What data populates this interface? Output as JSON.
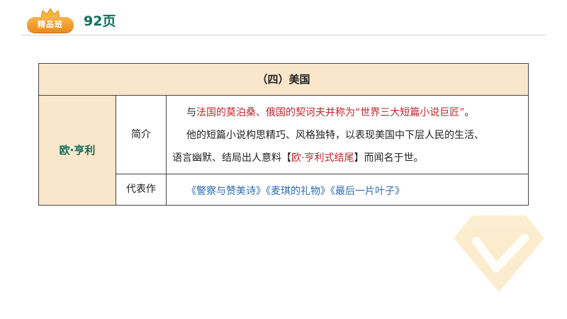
{
  "header": {
    "badge_label": "精品班",
    "page_title": "92页"
  },
  "table": {
    "heading": "（四）美国",
    "author": "欧·亨利",
    "intro_label": "简介",
    "works_label": "代表作",
    "intro": {
      "line1": {
        "prefix": "与",
        "red": "法国的莫泊桑、俄国的契诃夫并称为“世界三大短篇小说巨匠”",
        "suffix": "。"
      },
      "line2": "他的短篇小说构思精巧、风格独特，以表现美国中下层人民的生活、",
      "line3": {
        "prefix": "语言幽默、结局出人意料【",
        "red": "欧·亨利式结尾",
        "suffix": "】而闻名于世。"
      }
    },
    "works": "《警察与赞美诗》《麦琪的礼物》《最后一片叶子》"
  },
  "colors": {
    "accent_green": "#0e6e5e",
    "header_fill": "#fae7cb",
    "highlight_red": "#c0262d",
    "works_blue": "#2d6bb5",
    "badge_orange": "#f0a033"
  }
}
